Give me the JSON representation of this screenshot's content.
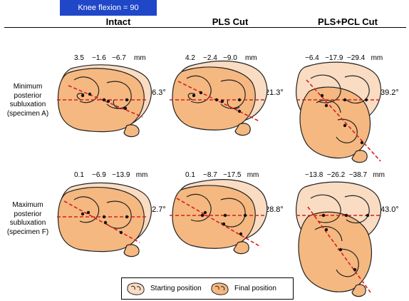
{
  "badge": "Knee flexion = 90",
  "columns": [
    "Intact",
    "PLS Cut",
    "PLS+PCL Cut"
  ],
  "rows": [
    {
      "label": [
        "Minimum",
        "posterior",
        "subluxation",
        "(specimen A)"
      ]
    },
    {
      "label": [
        "Maximum",
        "posterior",
        "subluxation",
        "(specimen F)"
      ]
    }
  ],
  "panels": [
    {
      "measurements": "3.5    −1.6   −6.7    mm",
      "angle": "16.3°"
    },
    {
      "measurements": "4.2    −2.4   −9.0    mm",
      "angle": "21.3°"
    },
    {
      "measurements": "−6.4   −17.9  −29.4   mm",
      "angle": "39.2°"
    },
    {
      "measurements": "0.1    −6.9   −13.9   mm",
      "angle": "22.7°"
    },
    {
      "measurements": "0.1    −8.7   −17.5   mm",
      "angle": "28.8°"
    },
    {
      "measurements": "−13.8  −26.2  −38.7   mm",
      "angle": "43.0°"
    }
  ],
  "legend": {
    "start": "Starting position",
    "final": "Final position"
  },
  "colors": {
    "bone_final": "#f5b880",
    "bone_start": "#f9dcc2",
    "line": "#d42020",
    "badge": "#1f47c8"
  }
}
